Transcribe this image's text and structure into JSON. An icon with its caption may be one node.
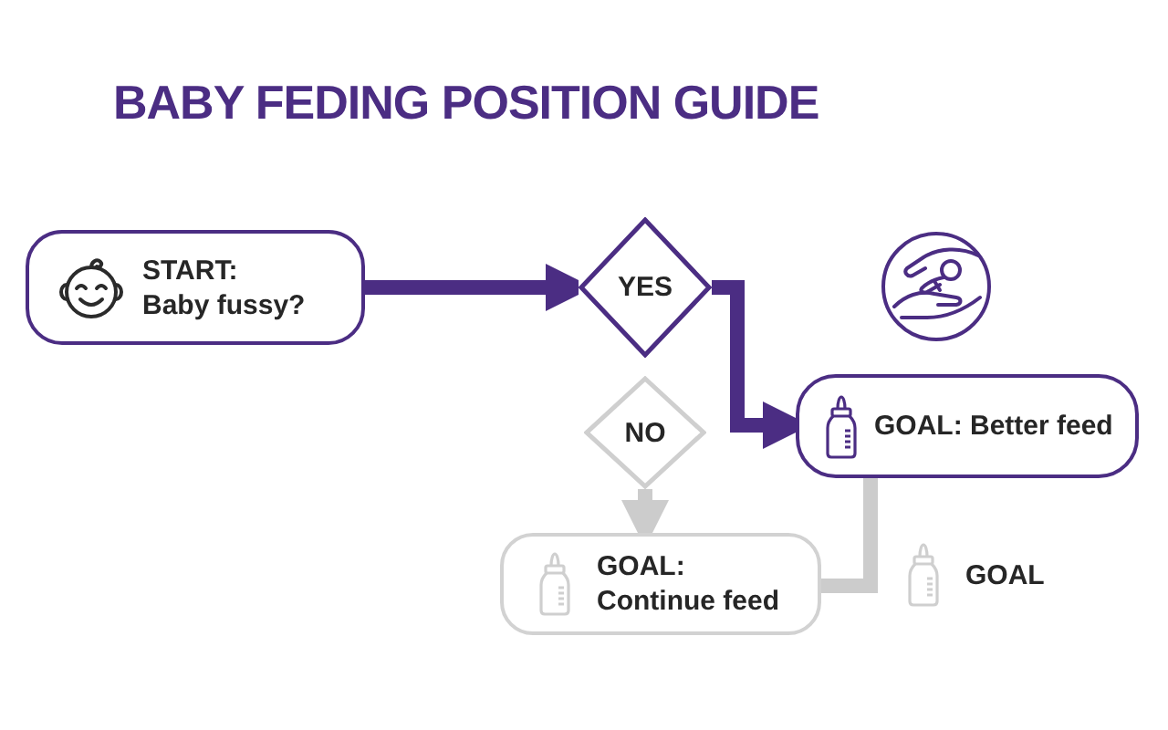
{
  "diagram": {
    "title": "BABY FEDING POSITION GUIDE",
    "nodes": [
      {
        "text": [
          "START:",
          "Baby fussy?"
        ]
      },
      {
        "text": [
          "YES"
        ]
      },
      {
        "text": [
          "NO"
        ]
      },
      {
        "text": [
          "GOAL: Better feed"
        ]
      },
      {
        "text": [
          "GOAL: Continue feed"
        ]
      }
    ],
    "edges": [
      {
        "from": 0,
        "to": 1,
        "arrow": "to",
        "color": "#4b2d83"
      },
      {
        "from": 1,
        "to": 3,
        "arrow": "to",
        "color": "#4b2d83"
      },
      {
        "from": 2,
        "to": 4,
        "arrow": "to",
        "color": "#cccccc"
      },
      {
        "from": 3,
        "to": 4,
        "arrow": "none",
        "color": "#cccccc"
      }
    ],
    "labels": [
      "GOAL"
    ]
  }
}
